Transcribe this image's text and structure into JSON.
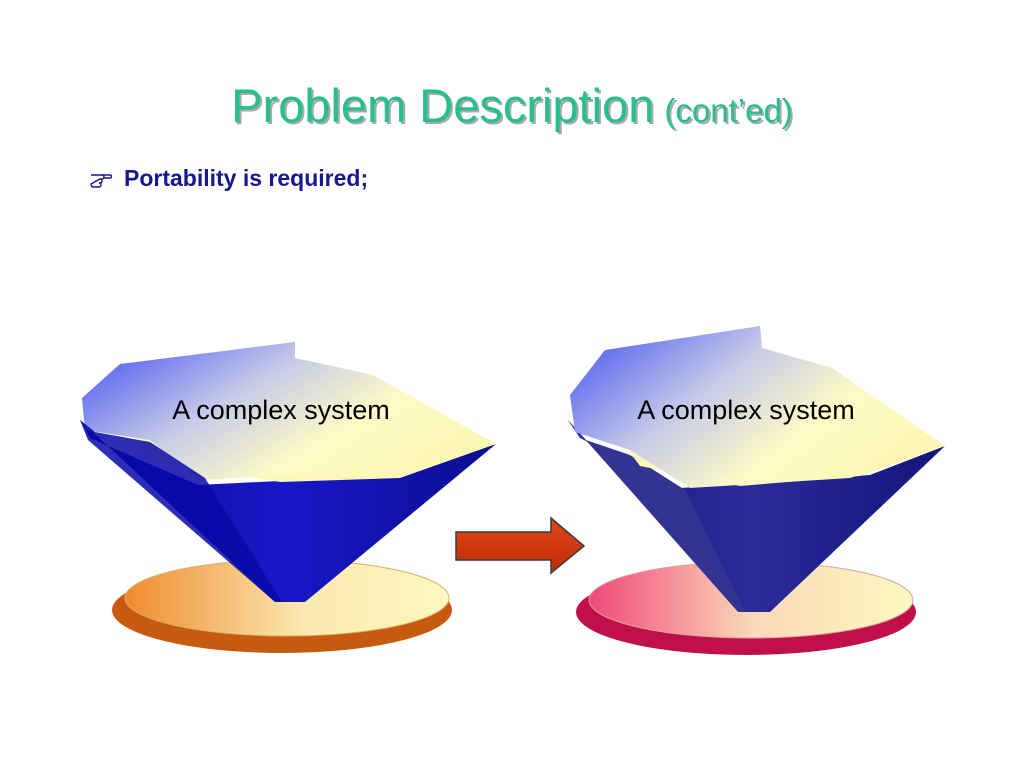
{
  "slide": {
    "title": "Problem Description",
    "title_suffix": "(cont’ed)",
    "bullet": {
      "icon": "pointing-hand-icon",
      "text": "Portability is required;"
    },
    "systems": [
      {
        "label": "A complex system",
        "base_color": "#c85a10"
      },
      {
        "label": "A complex system",
        "base_color": "#c0104a"
      }
    ],
    "arrow_color": "#d23a12",
    "title_color": "#27c08c",
    "bullet_color": "#17178f"
  }
}
